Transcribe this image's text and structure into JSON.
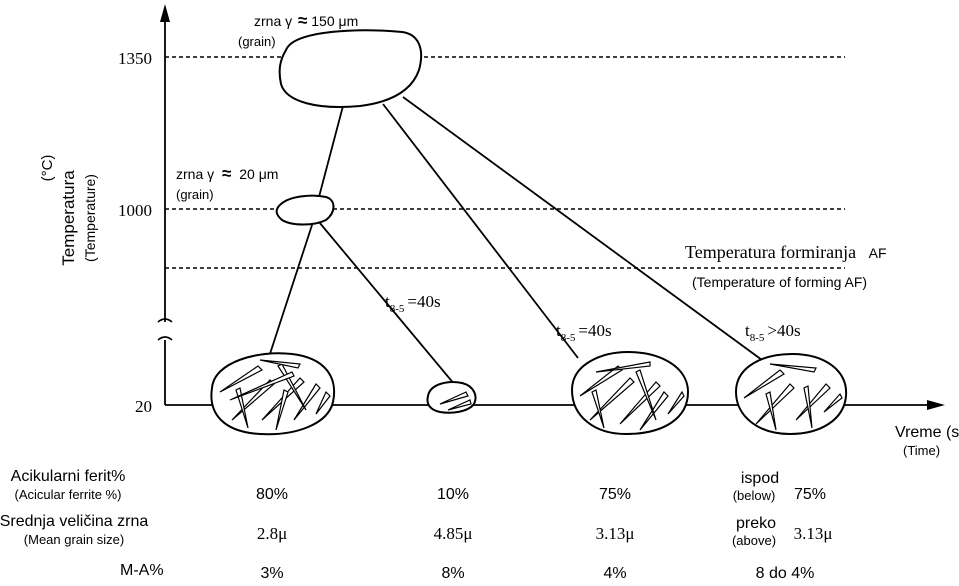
{
  "y_axis": {
    "label": "Temperatura",
    "label_en": "(Temperature)",
    "unit": "(°C)",
    "ticks": [
      "1350",
      "1000",
      "20"
    ]
  },
  "x_axis": {
    "label": "Vreme (s)",
    "label_en": "(Time)"
  },
  "grains": {
    "large": {
      "prefix": "zrna γ",
      "approx": "≈",
      "value": "150 μm",
      "en": "(grain)"
    },
    "small": {
      "prefix": "zrna γ",
      "approx": "≈",
      "value": "20 μm",
      "en": "(grain)"
    }
  },
  "af_line": {
    "label": "Temperatura formiranja",
    "label_suffix": "AF",
    "label_en": "(Temperature of forming AF)"
  },
  "cooling_labels": [
    {
      "t": "t",
      "sub": "8-5",
      "rel": "=40s"
    },
    {
      "t": "t",
      "sub": "8-5",
      "rel": "=40s"
    },
    {
      "t": "t",
      "sub": "8-5",
      "rel": ">40s"
    }
  ],
  "table": {
    "rows": [
      {
        "label": "Acikularni ferit%",
        "label_en": "(Acicular ferrite %)"
      },
      {
        "label": "Srednja veličina zrna",
        "label_en": "(Mean grain size)"
      },
      {
        "label": "M-A%",
        "label_en": ""
      }
    ],
    "columns": [
      {
        "acicular": "80%",
        "grain_size": "2.8μ",
        "ma": "3%"
      },
      {
        "acicular": "10%",
        "grain_size": "4.85μ",
        "ma": "8%"
      },
      {
        "acicular": "75%",
        "grain_size": "3.13μ",
        "ma": "4%"
      },
      {
        "acicular_prefix": "ispod",
        "acicular_prefix_en": "(below)",
        "acicular": "75%",
        "grain_prefix": "preko",
        "grain_prefix_en": "(above)",
        "grain_size": "3.13μ",
        "ma": "8 do 4%"
      }
    ]
  }
}
